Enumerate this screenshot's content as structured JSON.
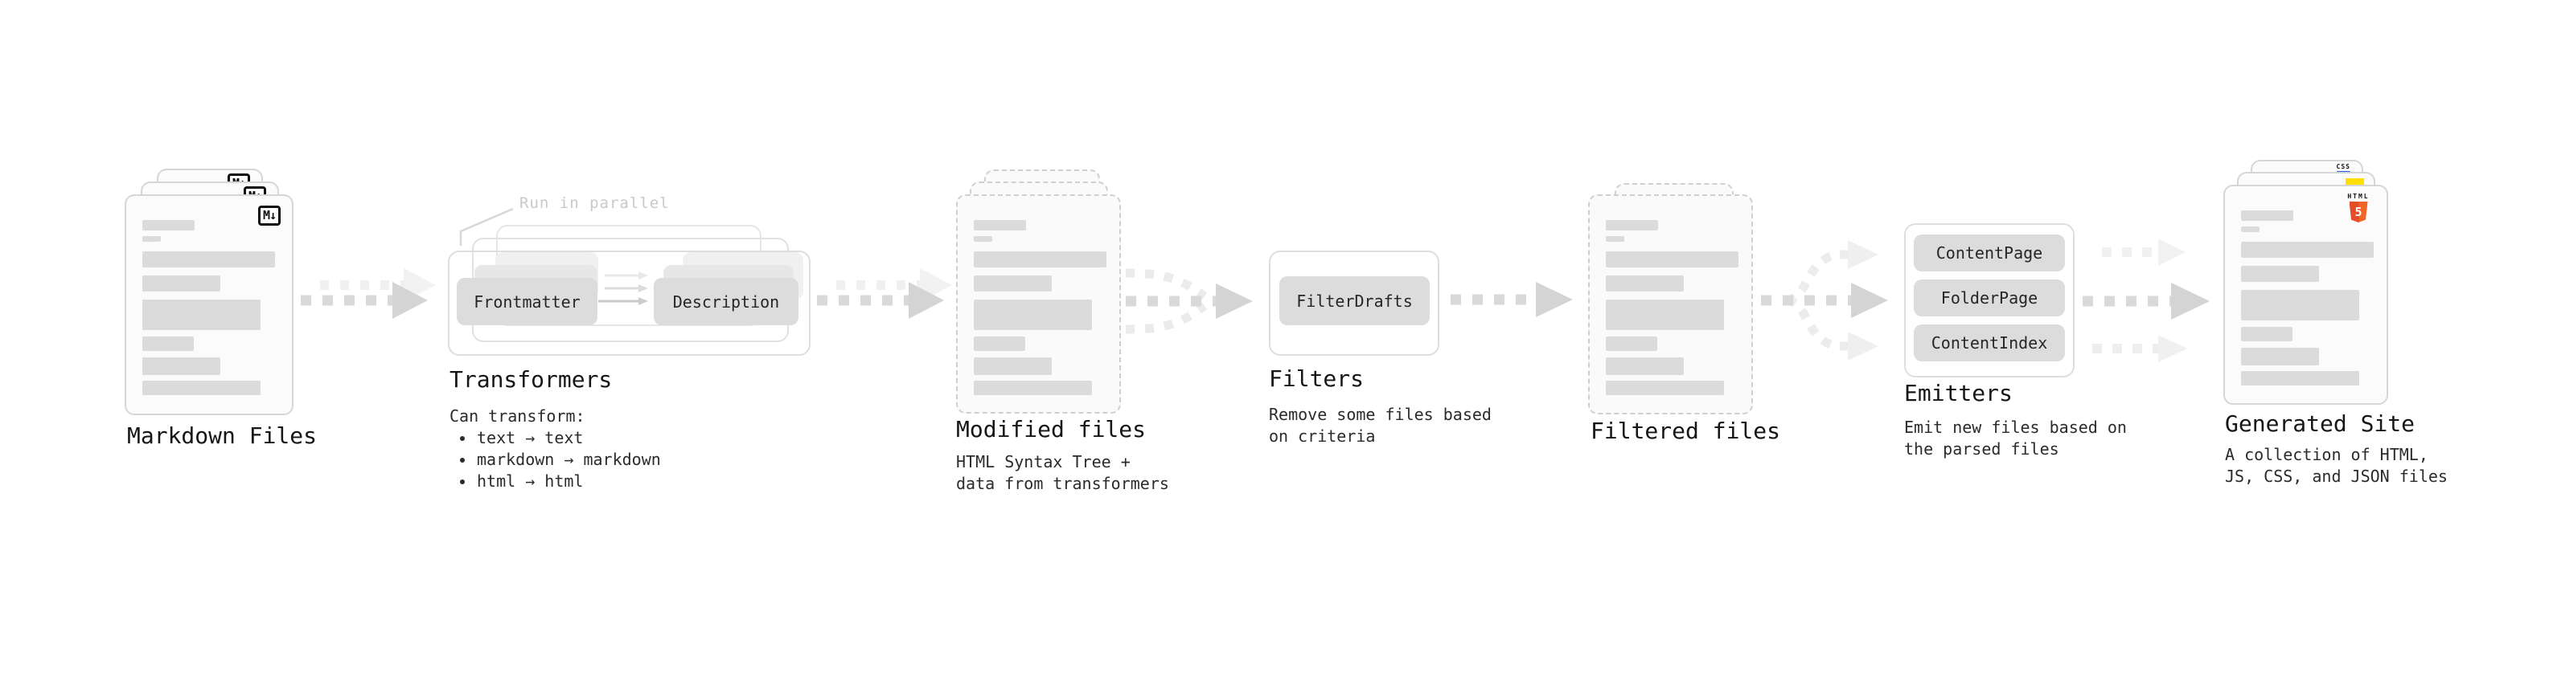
{
  "stages": {
    "markdown_files": {
      "title": "Markdown Files",
      "badge_text": "M↓"
    },
    "transformers": {
      "annotation": "Run in parallel",
      "node_left": "Frontmatter",
      "node_right": "Description",
      "title": "Transformers",
      "subtitle": "Can transform:",
      "bullets": [
        "text → text",
        "markdown → markdown",
        "html → html"
      ]
    },
    "modified_files": {
      "title": "Modified files",
      "description": [
        "HTML Syntax Tree +",
        "data from transformers"
      ]
    },
    "filters": {
      "node": "FilterDrafts",
      "title": "Filters",
      "description": [
        "Remove some files based",
        "on criteria"
      ]
    },
    "filtered_files": {
      "title": "Filtered files"
    },
    "emitters": {
      "nodes": [
        "ContentPage",
        "FolderPage",
        "ContentIndex"
      ],
      "title": "Emitters",
      "description": [
        "Emit new files based on",
        "the parsed files"
      ]
    },
    "generated_site": {
      "title": "Generated Site",
      "description": [
        "A collection of HTML,",
        "JS, CSS, and JSON files"
      ],
      "badges": {
        "css_label": "CSS",
        "html_label": "HTML",
        "html5_number": "5"
      }
    }
  },
  "colors": {
    "arrow": "#d4d4d4",
    "arrow_dash": "#d9d9d9",
    "arrow_light": "#efefef",
    "node_fill": "#dcdcdc",
    "card_border": "#d6d6d6",
    "dashed_border": "#cfcfcf",
    "text_dark": "#1f1f1f",
    "annotation_muted": "#c9c9c9",
    "markdown_black": "#0c0c0c",
    "html5_orange": "#e44d26",
    "js_yellow": "#ffdf00",
    "css_blue": "#2962e9"
  }
}
